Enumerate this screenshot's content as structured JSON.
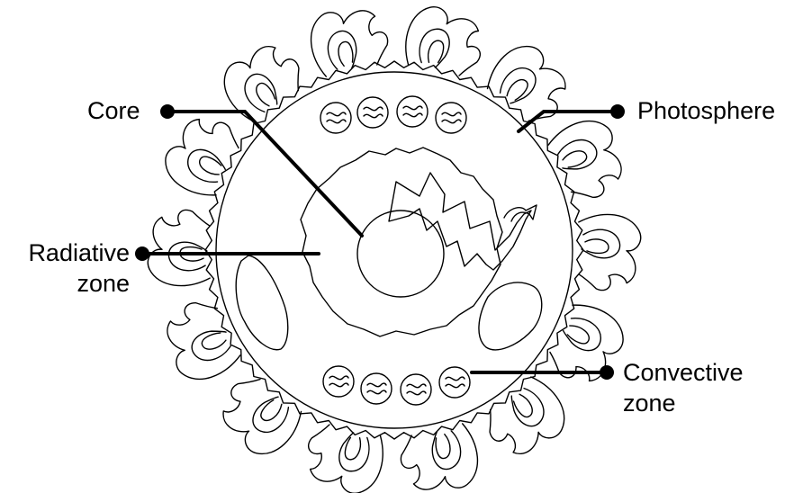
{
  "diagram": {
    "labels": {
      "core": "Core",
      "photosphere": "Photosphere",
      "radiative_line1": "Radiative",
      "radiative_line2": "zone",
      "convective_line1": "Convective",
      "convective_line2": "zone"
    },
    "colors": {
      "stroke": "#000000",
      "background": "#ffffff"
    }
  }
}
